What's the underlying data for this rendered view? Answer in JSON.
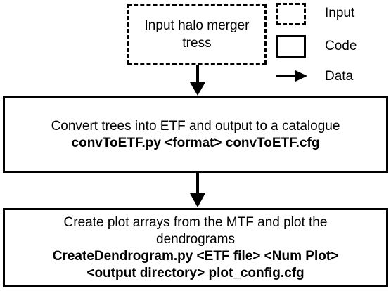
{
  "input_node": {
    "line1": "Input halo merger",
    "line2": "tress"
  },
  "legend": {
    "input_label": "Input",
    "code_label": "Code",
    "data_label": "Data"
  },
  "step1": {
    "description": "Convert trees into ETF and output to a catalogue",
    "command": "convToETF.py <format> convToETF.cfg"
  },
  "step2": {
    "description_line1": "Create plot arrays from the MTF and plot the",
    "description_line2": "dendrograms",
    "command_line1": "CreateDendrogram.py <ETF file> <Num Plot>",
    "command_line2": "<output directory> plot_config.cfg"
  }
}
